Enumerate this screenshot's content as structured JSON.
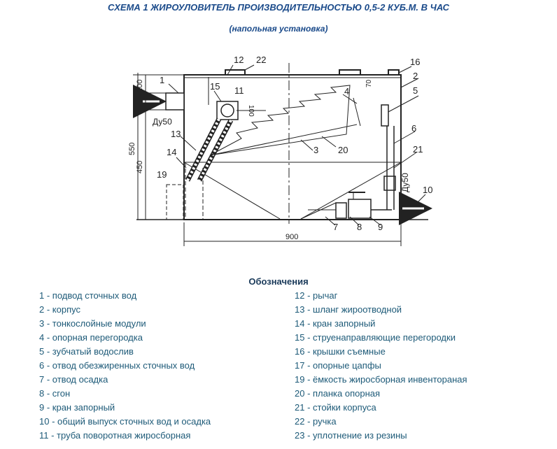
{
  "title": "СХЕМА 1 ЖИРОУЛОВИТЕЛЬ ПРОИЗВОДИТЕЛЬНОСТЬЮ 0,5-2 КУБ.М. В ЧАС",
  "subtitle": "(напольная установка)",
  "drawing": {
    "callouts": [
      "1",
      "12",
      "22",
      "16",
      "2",
      "15",
      "11",
      "4",
      "70",
      "5",
      "6",
      "13",
      "3",
      "20",
      "21",
      "14",
      "19",
      "10",
      "7",
      "8",
      "9"
    ],
    "dimensions": {
      "width": "900",
      "height_total": "550",
      "height_lower": "450",
      "top_offset": "100",
      "pipe_offset": "100",
      "inlet_pipe": "Ду50",
      "outlet_pipe": "Ду50"
    }
  },
  "legend": {
    "title": "Обозначения",
    "left": [
      "1 - подвод сточных вод",
      "2 - корпус",
      "3 - тонкослойные модули",
      "4 - опорная перегородка",
      "5 - зубчатый водослив",
      "6 - отвод обезжиренных сточных вод",
      "7 - отвод осадка",
      "8 - сгон",
      "9 - кран запорный",
      "10 - общий выпуск сточных вод и осадка",
      "11 - труба поворотная жиросборная"
    ],
    "right": [
      "12 - рычаг",
      "13 - шланг жироотводной",
      "14 - кран запорный",
      "15 - струенаправляющие перегородки",
      "16 - крышки съемные",
      "17 - опорные цапфы",
      "19 - ёмкость жиросборная инвентораная",
      "20 - планка опорная",
      "21 - стойки корпуса",
      "22 - ручка",
      "23 - уплотнение из резины"
    ]
  }
}
